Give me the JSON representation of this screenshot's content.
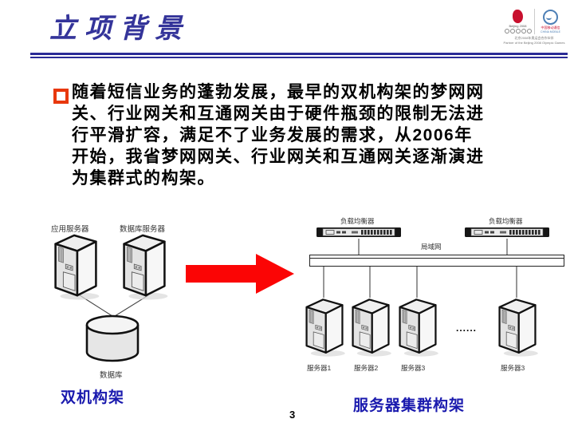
{
  "slide": {
    "title": "立项背景",
    "page_number": "3"
  },
  "logo": {
    "beijing_label": "Beijing 2008",
    "cm_cn": "中国移动通信",
    "cm_en": "CHINA MOBILE",
    "caption_cn": "北京2008年奥运会合作伙伴",
    "caption_en": "Partner of the Beijing 2008 Olympic Games"
  },
  "bullet": {
    "lines": [
      "随着短信业务的蓬勃发展，最早的双机构架的梦网网",
      "关、行业网关和互通网关由于硬件瓶颈的限制无法进",
      "行平滑扩容，满足不了业务发展的需求，从2006年",
      "开始，我省梦网网关、行业网关和互通网关逐渐演进",
      "为集群式的构架。"
    ]
  },
  "left_diagram": {
    "app_server_label": "应用服务器",
    "db_server_label": "数据库服务器",
    "database_label": "数据库",
    "caption": "双机构架"
  },
  "right_diagram": {
    "lb1_label": "负载均衡器",
    "lb2_label": "负载均衡器",
    "lan_label": "局域网",
    "server_labels": [
      "服务器1",
      "服务器2",
      "服务器3",
      "服务器3"
    ],
    "ellipsis": "......",
    "caption": "服务器集群构架"
  },
  "colors": {
    "title_blue": "#34349A",
    "rule_blue": "#2B2B96",
    "bullet_red": "#E8380D",
    "arrow_red": "#FB0505",
    "caption_blue": "#1A1AAE"
  }
}
